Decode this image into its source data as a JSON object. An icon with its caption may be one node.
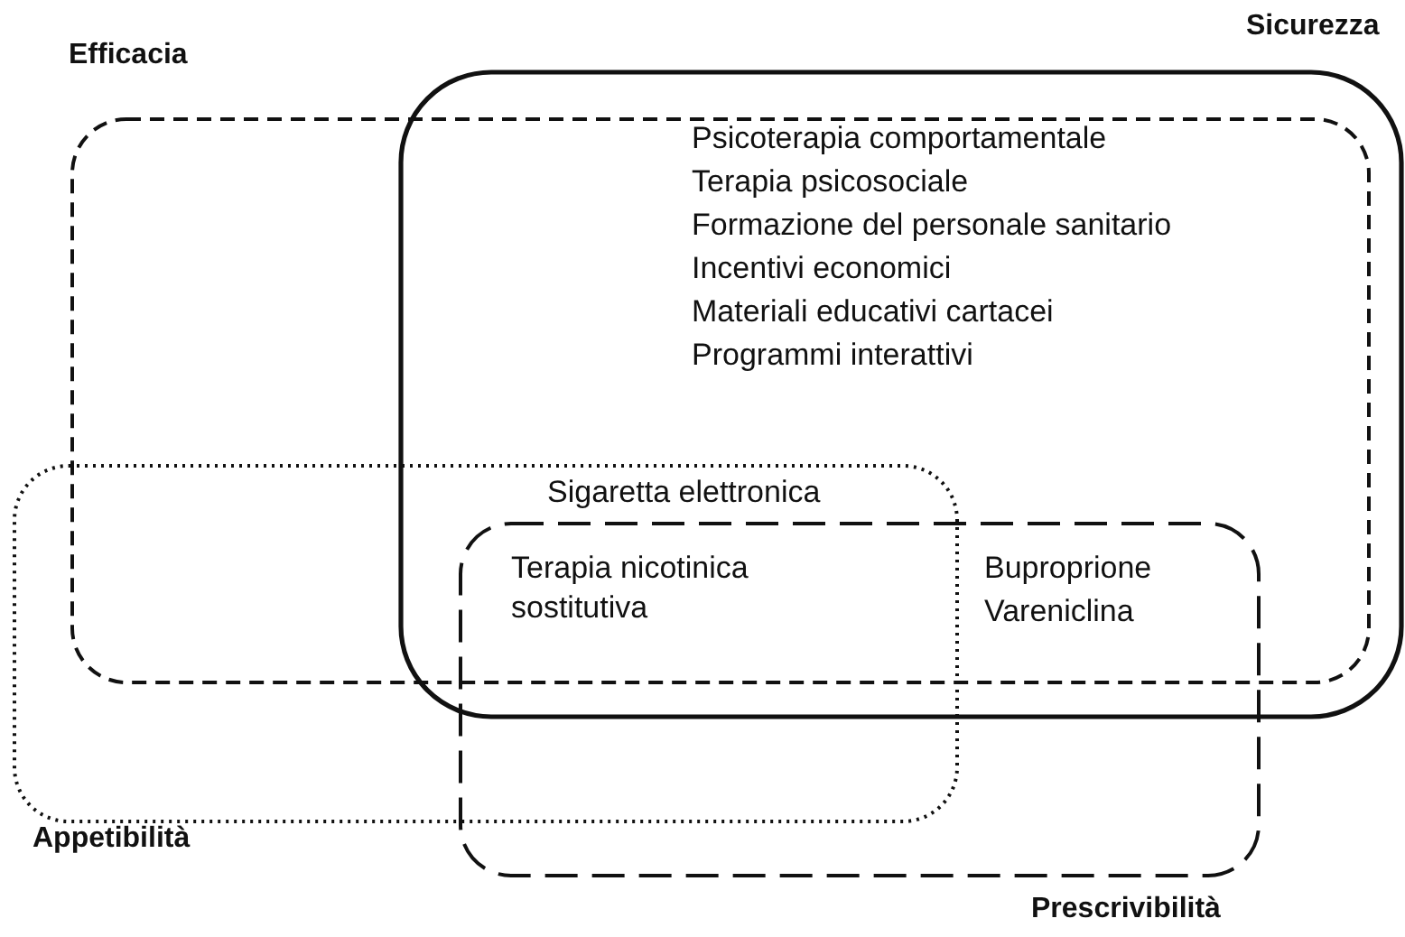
{
  "diagram": {
    "nodes": [
      {
        "text": [
          "Efficacia"
        ]
      },
      {
        "text": [
          "Sicurezza"
        ]
      },
      {
        "text": [
          "Appetibilità"
        ]
      },
      {
        "text": [
          "Prescrivibilità"
        ]
      }
    ],
    "labels": [
      "Psicoterapia comportamentale",
      "Terapia psicosociale",
      "Formazione del personale sanitario",
      "Incentivi economici",
      "Materiali educativi cartacei",
      "Programmi interattivi",
      "Sigaretta elettronica",
      "Terapia nicotinica sostitutiva",
      "Buproprione",
      "Vareniclina"
    ]
  }
}
